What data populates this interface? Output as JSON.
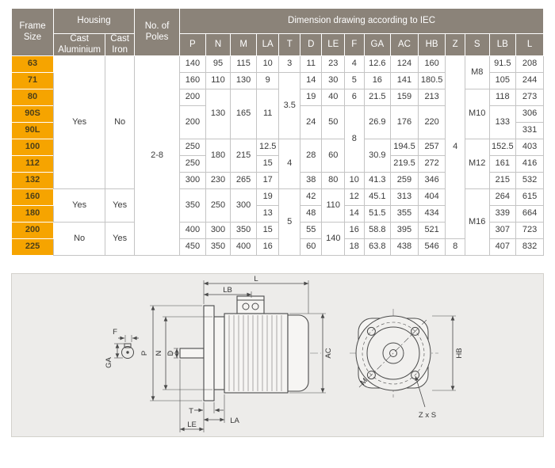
{
  "colors": {
    "header_bg": "#8b8379",
    "header_text": "#ffffff",
    "frame_bg": "#f6a400",
    "frame_text": "#4d3f18",
    "body_text": "#3a3a3a",
    "grid": "#c4c4c4",
    "panel_bg": "#edecea",
    "line": "#4a4a4a"
  },
  "table": {
    "header": {
      "frame_size": "Frame Size",
      "housing": "Housing",
      "cast_aluminium": "Cast Aluminium",
      "cast_iron": "Cast Iron",
      "no_of_poles": "No. of Poles",
      "iec_title": "Dimension drawing according to IEC",
      "dim_columns": [
        "P",
        "N",
        "M",
        "LA",
        "T",
        "D",
        "LE",
        "F",
        "GA",
        "AC",
        "HB",
        "Z",
        "S",
        "LB",
        "L"
      ]
    },
    "rows": [
      [
        "63",
        [
          "Yes",
          8
        ],
        [
          "No",
          8
        ],
        [
          "2-8",
          12
        ],
        "140",
        "95",
        "115",
        "10",
        "3",
        "11",
        "23",
        "4",
        "12.6",
        "124",
        "160",
        [
          "4",
          11
        ],
        [
          "M8",
          2
        ],
        "91.5",
        "208"
      ],
      [
        "71",
        "160",
        "110",
        "130",
        "9",
        [
          "3.5",
          4
        ],
        "14",
        "30",
        "5",
        "16",
        "141",
        "180.5",
        "105",
        "244"
      ],
      [
        "80",
        "200",
        [
          "130",
          3
        ],
        [
          "165",
          3
        ],
        [
          "11",
          3
        ],
        "19",
        "40",
        "6",
        "21.5",
        "159",
        "213",
        [
          "M10",
          3
        ],
        "118",
        "273"
      ],
      [
        "90S",
        [
          "200",
          2
        ],
        [
          "24",
          2
        ],
        [
          "50",
          2
        ],
        [
          "8",
          4
        ],
        [
          "26.9",
          2
        ],
        [
          "176",
          2
        ],
        [
          "220",
          2
        ],
        [
          "133",
          2
        ],
        "306"
      ],
      [
        "90L",
        "331"
      ],
      [
        "100",
        "250",
        [
          "180",
          2
        ],
        [
          "215",
          2
        ],
        "12.5",
        [
          "4",
          3
        ],
        [
          "28",
          2
        ],
        [
          "60",
          2
        ],
        [
          "30.9",
          2
        ],
        "194.5",
        "257",
        [
          "M12",
          3
        ],
        "152.5",
        "403"
      ],
      [
        "112",
        "250",
        "15",
        "219.5",
        "272",
        "161",
        "416"
      ],
      [
        "132",
        "300",
        "230",
        "265",
        "17",
        "38",
        "80",
        "10",
        "41.3",
        "259",
        "346",
        "215",
        "532"
      ],
      [
        "160",
        [
          "Yes",
          2
        ],
        [
          "Yes",
          2
        ],
        [
          "350",
          2
        ],
        [
          "250",
          2
        ],
        [
          "300",
          2
        ],
        "19",
        [
          "5",
          4
        ],
        "42",
        [
          "110",
          2
        ],
        "12",
        "45.1",
        "313",
        "404",
        [
          "M16",
          4
        ],
        "264",
        "615"
      ],
      [
        "180",
        "13",
        "48",
        "14",
        "51.5",
        "355",
        "434",
        "339",
        "664"
      ],
      [
        "200",
        [
          "No",
          2
        ],
        [
          "Yes",
          2
        ],
        "400",
        "300",
        "350",
        "15",
        "55",
        [
          "140",
          2
        ],
        "16",
        "58.8",
        "395",
        "521",
        "307",
        "723"
      ],
      [
        "225",
        "450",
        "350",
        "400",
        "16",
        "60",
        "18",
        "63.8",
        "438",
        "546",
        "8",
        "407",
        "832"
      ]
    ]
  },
  "drawing": {
    "labels": {
      "L": "L",
      "LB": "LB",
      "P": "P",
      "N": "N",
      "D": "D",
      "F": "F",
      "GA": "GA",
      "T": "T",
      "LA": "LA",
      "LE": "LE",
      "AC": "AC",
      "HB": "HB",
      "M": "M",
      "ZxS": "Z x S"
    }
  }
}
